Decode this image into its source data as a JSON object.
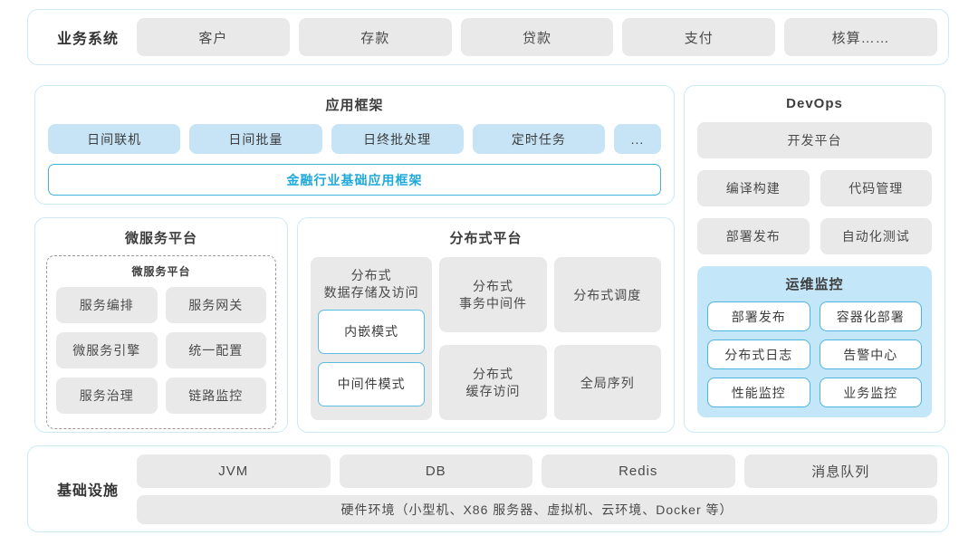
{
  "colors": {
    "panel_border": "#cdeaf4",
    "gray_box": "#e9e9e9",
    "blue_box": "#c6e4f5",
    "monitor_bg": "#c3e7f9",
    "monitor_item_border": "#4fb3df",
    "accent_text": "#1ea9d9"
  },
  "business": {
    "label": "业务系统",
    "items": [
      "客户",
      "存款",
      "贷款",
      "支付",
      "核算……"
    ]
  },
  "app_framework": {
    "title": "应用框架",
    "items": [
      "日间联机",
      "日间批量",
      "日终批处理",
      "定时任务",
      "..."
    ],
    "base": "金融行业基础应用框架"
  },
  "microservice": {
    "title": "微服务平台",
    "inner_title": "微服务平台",
    "items": [
      "服务编排",
      "服务网关",
      "微服务引擎",
      "统一配置",
      "服务治理",
      "链路监控"
    ]
  },
  "distributed": {
    "title": "分布式平台",
    "storage": {
      "label": "分布式\n数据存储及访问",
      "modes": [
        "内嵌模式",
        "中间件模式"
      ]
    },
    "items": [
      "分布式\n事务中间件",
      "分布式调度",
      "分布式\n缓存访问",
      "全局序列"
    ]
  },
  "devops": {
    "title": "DevOps",
    "platform": "开发平台",
    "items": [
      "编译构建",
      "代码管理",
      "部署发布",
      "自动化测试"
    ],
    "monitor": {
      "title": "运维监控",
      "items": [
        "部署发布",
        "容器化部署",
        "分布式日志",
        "告警中心",
        "性能监控",
        "业务监控"
      ]
    }
  },
  "infra": {
    "label": "基础设施",
    "items": [
      "JVM",
      "DB",
      "Redis",
      "消息队列"
    ],
    "hardware": "硬件环境（小型机、X86 服务器、虚拟机、云环境、Docker 等）"
  }
}
